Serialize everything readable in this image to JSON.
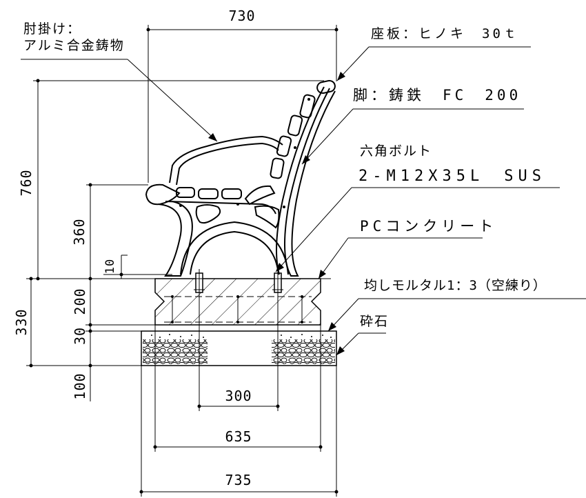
{
  "dimensions": {
    "width_top": "730",
    "height_total": "760",
    "seat_height": "360",
    "gap": "10",
    "base_total": "330",
    "concrete": "200",
    "mortar": "30",
    "gravel": "100",
    "bolt_spacing": "300",
    "concrete_width": "635",
    "gravel_width": "735"
  },
  "labels": {
    "armrest_1": "肘掛け：",
    "armrest_2": "アルミ合金鋳物",
    "seat_board": "座板：ヒノキ　30ｔ",
    "leg": "脚：鋳鉄　FC　200",
    "bolt_1": "六角ボルト",
    "bolt_2": "2-M12X35L　SUS",
    "concrete": "PCコンクリート",
    "mortar": "均しモルタル1：3（空練り）",
    "gravel": "砕石"
  }
}
